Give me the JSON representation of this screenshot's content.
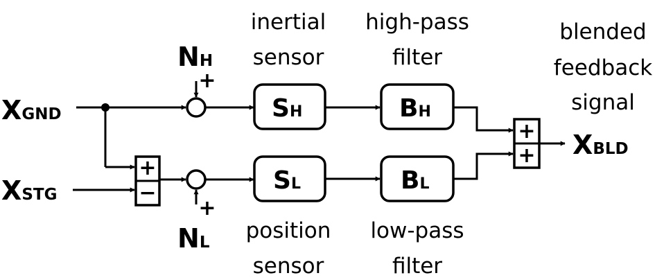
{
  "labels": {
    "inertial": [
      "inertial",
      "sensor"
    ],
    "highpass": [
      "high-pass",
      "filter"
    ],
    "blended": [
      "blended",
      "feedback",
      "signal"
    ],
    "position": [
      "position",
      "sensor"
    ],
    "lowpass": [
      "low-pass",
      "filter"
    ]
  },
  "signals": {
    "x_gnd": {
      "main": "X",
      "sub": "GND"
    },
    "x_stg": {
      "main": "X",
      "sub": "STG"
    },
    "x_bld": {
      "main": "X",
      "sub": "BLD"
    },
    "n_h": {
      "main": "N",
      "sub": "H"
    },
    "n_l": {
      "main": "N",
      "sub": "L"
    }
  },
  "blocks": {
    "s_h": {
      "main": "S",
      "sub": "H"
    },
    "b_h": {
      "main": "B",
      "sub": "H"
    },
    "s_l": {
      "main": "S",
      "sub": "L"
    },
    "b_l": {
      "main": "B",
      "sub": "L"
    }
  },
  "signs": {
    "plus": "+",
    "minus": "−"
  }
}
